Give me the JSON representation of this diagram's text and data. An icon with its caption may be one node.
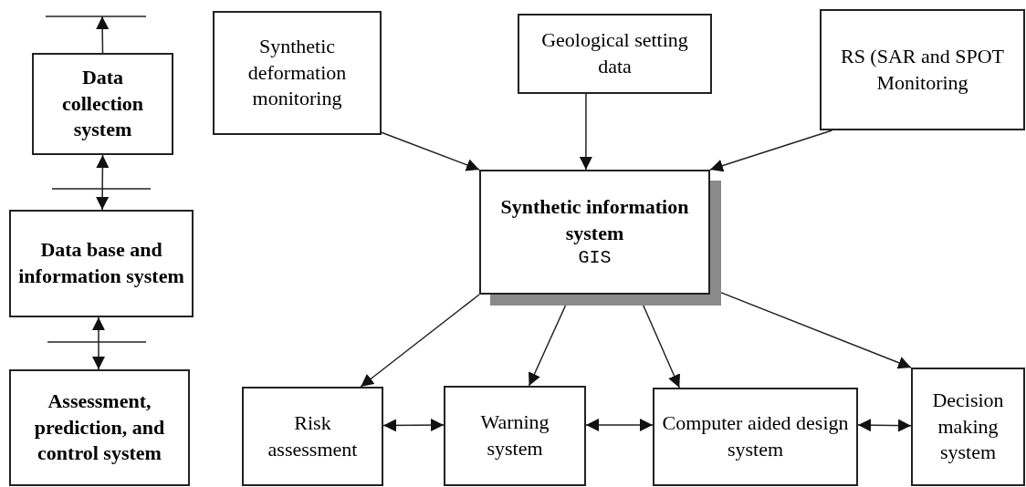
{
  "diagram": {
    "nodes": [
      {
        "text": [
          "Data collection system"
        ]
      },
      {
        "text": [
          "Data base and information system"
        ]
      },
      {
        "text": [
          "Assessment, prediction, and control system"
        ]
      },
      {
        "text": [
          "Synthetic deformation monitoring"
        ]
      },
      {
        "text": [
          "Geological setting data"
        ]
      },
      {
        "text": [
          "RS (SAR and SPOT Monitoring"
        ]
      },
      {
        "text": [
          "Synthetic information system",
          "GIS"
        ]
      },
      {
        "text": [
          "Risk assessment"
        ]
      },
      {
        "text": [
          "Warning system"
        ]
      },
      {
        "text": [
          "Computer aided design system"
        ]
      },
      {
        "text": [
          "Decision making system"
        ]
      }
    ],
    "edges": [
      {
        "from": 0,
        "to": null,
        "arrow": "to"
      },
      {
        "from": 0,
        "to": 1,
        "arrow": "both"
      },
      {
        "from": 1,
        "to": 2,
        "arrow": "both"
      },
      {
        "from": 3,
        "to": 6,
        "arrow": "to"
      },
      {
        "from": 4,
        "to": 6,
        "arrow": "to"
      },
      {
        "from": 5,
        "to": 6,
        "arrow": "to"
      },
      {
        "from": 6,
        "to": 7,
        "arrow": "to"
      },
      {
        "from": 6,
        "to": 8,
        "arrow": "to"
      },
      {
        "from": 6,
        "to": 9,
        "arrow": "to"
      },
      {
        "from": 6,
        "to": 10,
        "arrow": "to"
      },
      {
        "from": 7,
        "to": 8,
        "arrow": "both"
      },
      {
        "from": 8,
        "to": 9,
        "arrow": "both"
      },
      {
        "from": 9,
        "to": 10,
        "arrow": "both"
      }
    ]
  }
}
